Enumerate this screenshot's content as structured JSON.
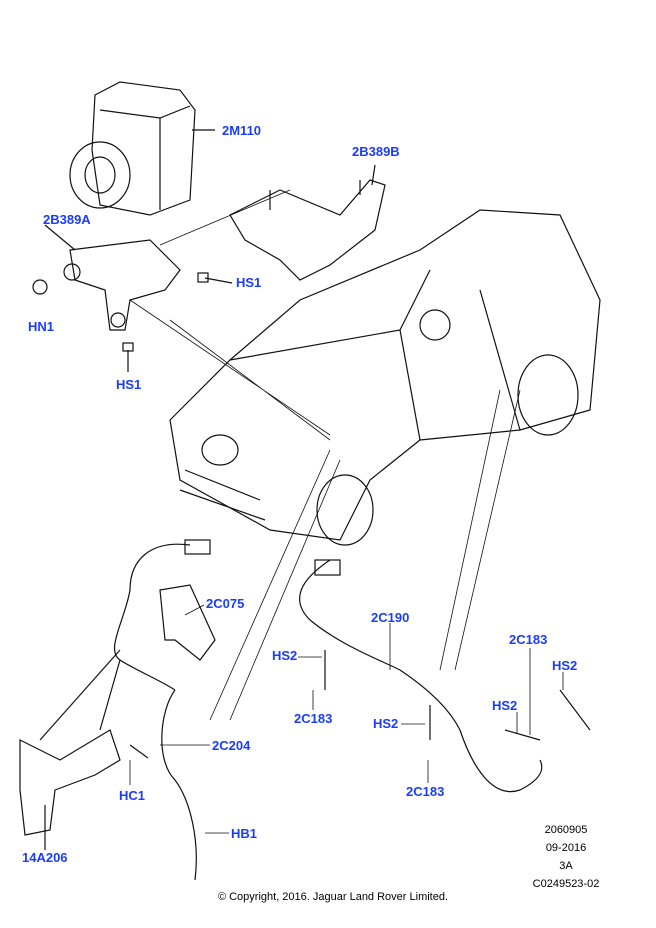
{
  "callouts": {
    "c1": "2M110",
    "c2": "2B389B",
    "c3": "2B389A",
    "c4": "HS1",
    "c5": "HN1",
    "c6": "HS1",
    "c7": "2C075",
    "c8": "2C190",
    "c9": "2C183",
    "c10": "HS2",
    "c11": "HS2",
    "c12": "2C183",
    "c13": "HS2",
    "c14": "HS2",
    "c15": "2C204",
    "c16": "HC1",
    "c17": "2C183",
    "c18": "HB1",
    "c19": "14A206"
  },
  "reference": {
    "illustration": "2060905",
    "date": "09-2016",
    "revision": "3A",
    "code": "C0249523-02"
  },
  "copyright": "© Copyright, 2016. Jaguar Land Rover Limited.",
  "colors": {
    "callout": "#1a3cff",
    "line": "#000000"
  }
}
